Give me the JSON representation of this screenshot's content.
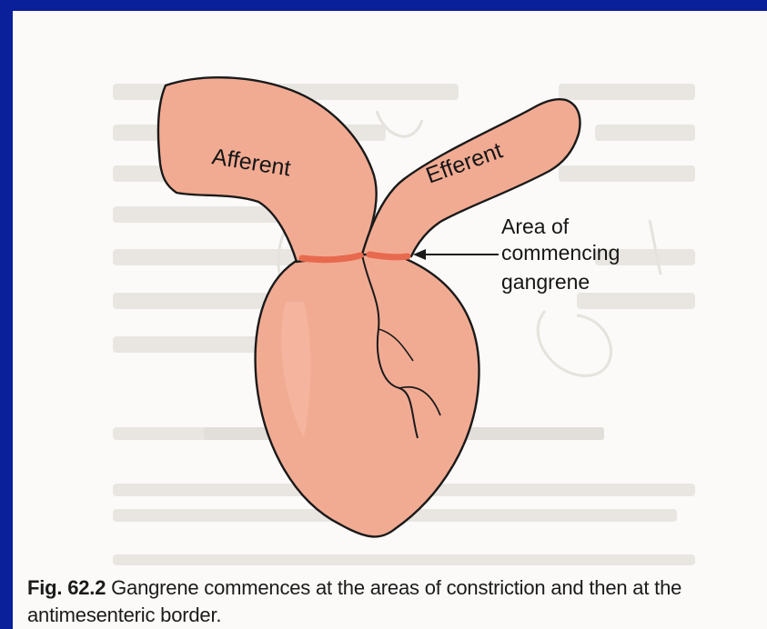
{
  "figure": {
    "labels": {
      "afferent": "Afferent",
      "efferent": "Efferent",
      "area_line1": "Area of",
      "area_line2": "commencing",
      "area_line3": "gangrene"
    },
    "caption": {
      "fig_number": "Fig. 62.2",
      "text": " Gangrene commences at the areas of constriction and then at the antimesenteric border."
    }
  },
  "colors": {
    "slide_border": "#0a1f9a",
    "page": "#fbfaf8",
    "tissue": "#f2ab93",
    "constriction": "#e86a4e",
    "outline": "#1a1a1a"
  }
}
